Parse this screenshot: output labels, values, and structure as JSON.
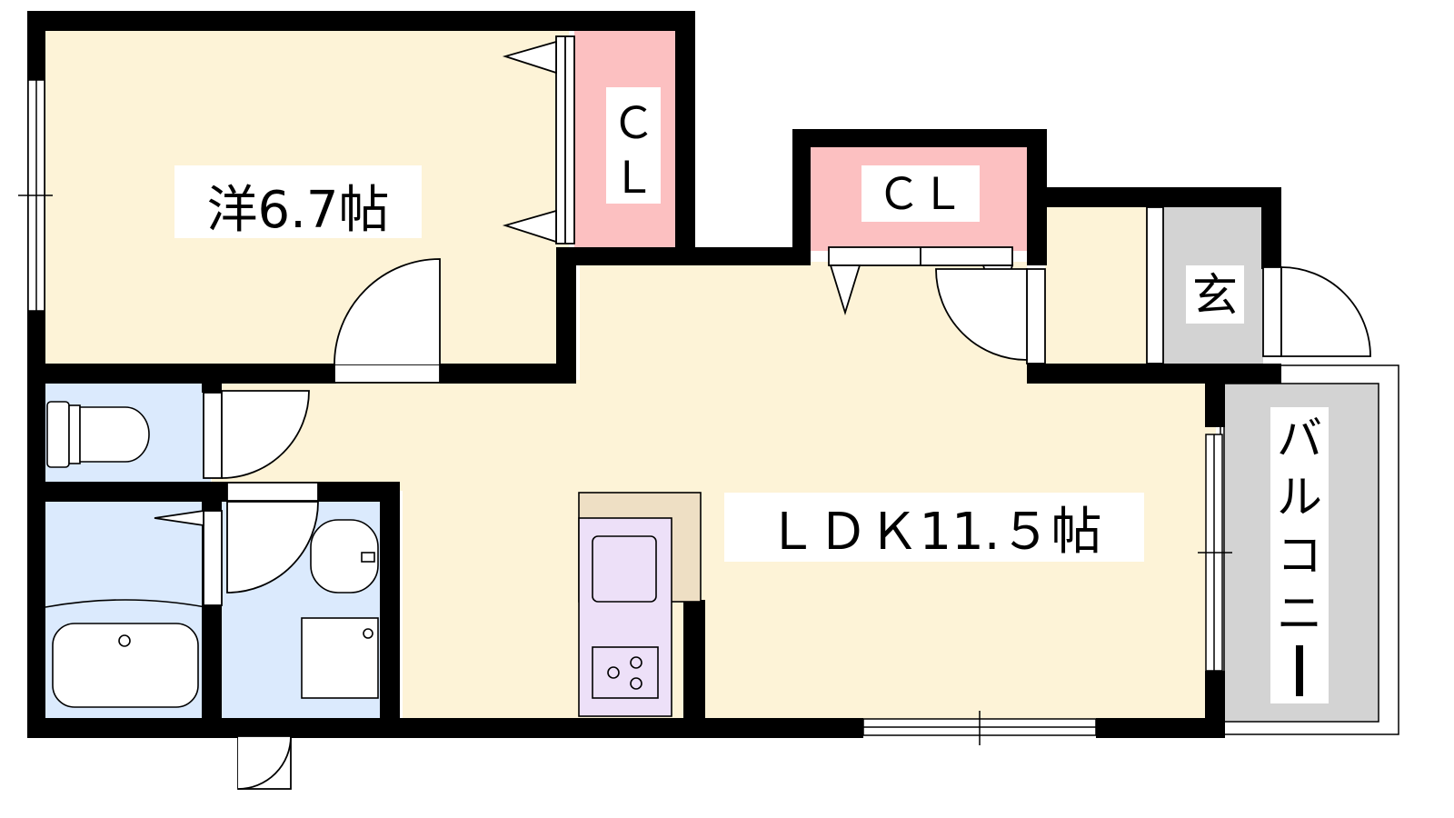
{
  "colors": {
    "room_floor": "#fdf3d7",
    "wet_area": "#dbeafd",
    "closet": "#fcc0c1",
    "storage_grey": "#d3d3d3",
    "kitchen": "#ede0f8",
    "kitchen_counter": "#eedfc4",
    "wall": "#000000"
  },
  "rooms": {
    "western_room": "洋6.7帖",
    "closet_1": [
      "Ｃ",
      "Ｌ"
    ],
    "closet_2": "ＣＬ",
    "entrance": "玄",
    "ldk": "ＬＤＫ11.５帖",
    "balcony": [
      "バ",
      "ル",
      "コ",
      "ニ",
      "ー"
    ]
  }
}
